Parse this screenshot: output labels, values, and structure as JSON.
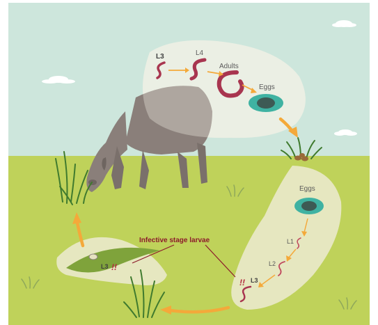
{
  "labels": {
    "host_cycle": {
      "l3": "L3",
      "l4": "L4",
      "adults": "Adults",
      "eggs": "Eggs"
    },
    "pasture_cycle": {
      "eggs": "Eggs",
      "l1": "L1",
      "l2": "L2",
      "l3": "L3"
    },
    "grass_l3": "L3",
    "infective_stage": "Infective stage larvae",
    "alert_symbol": "!!"
  },
  "colors": {
    "sky": "#cde6dc",
    "grass": "#bfd25a",
    "sheep": "#8a7f7a",
    "worm": "#a8354f",
    "egg": "#3fb2a2",
    "arrow": "#f4a93a",
    "callout_line": "#8c1a2a",
    "panel": "#f0eee0"
  }
}
